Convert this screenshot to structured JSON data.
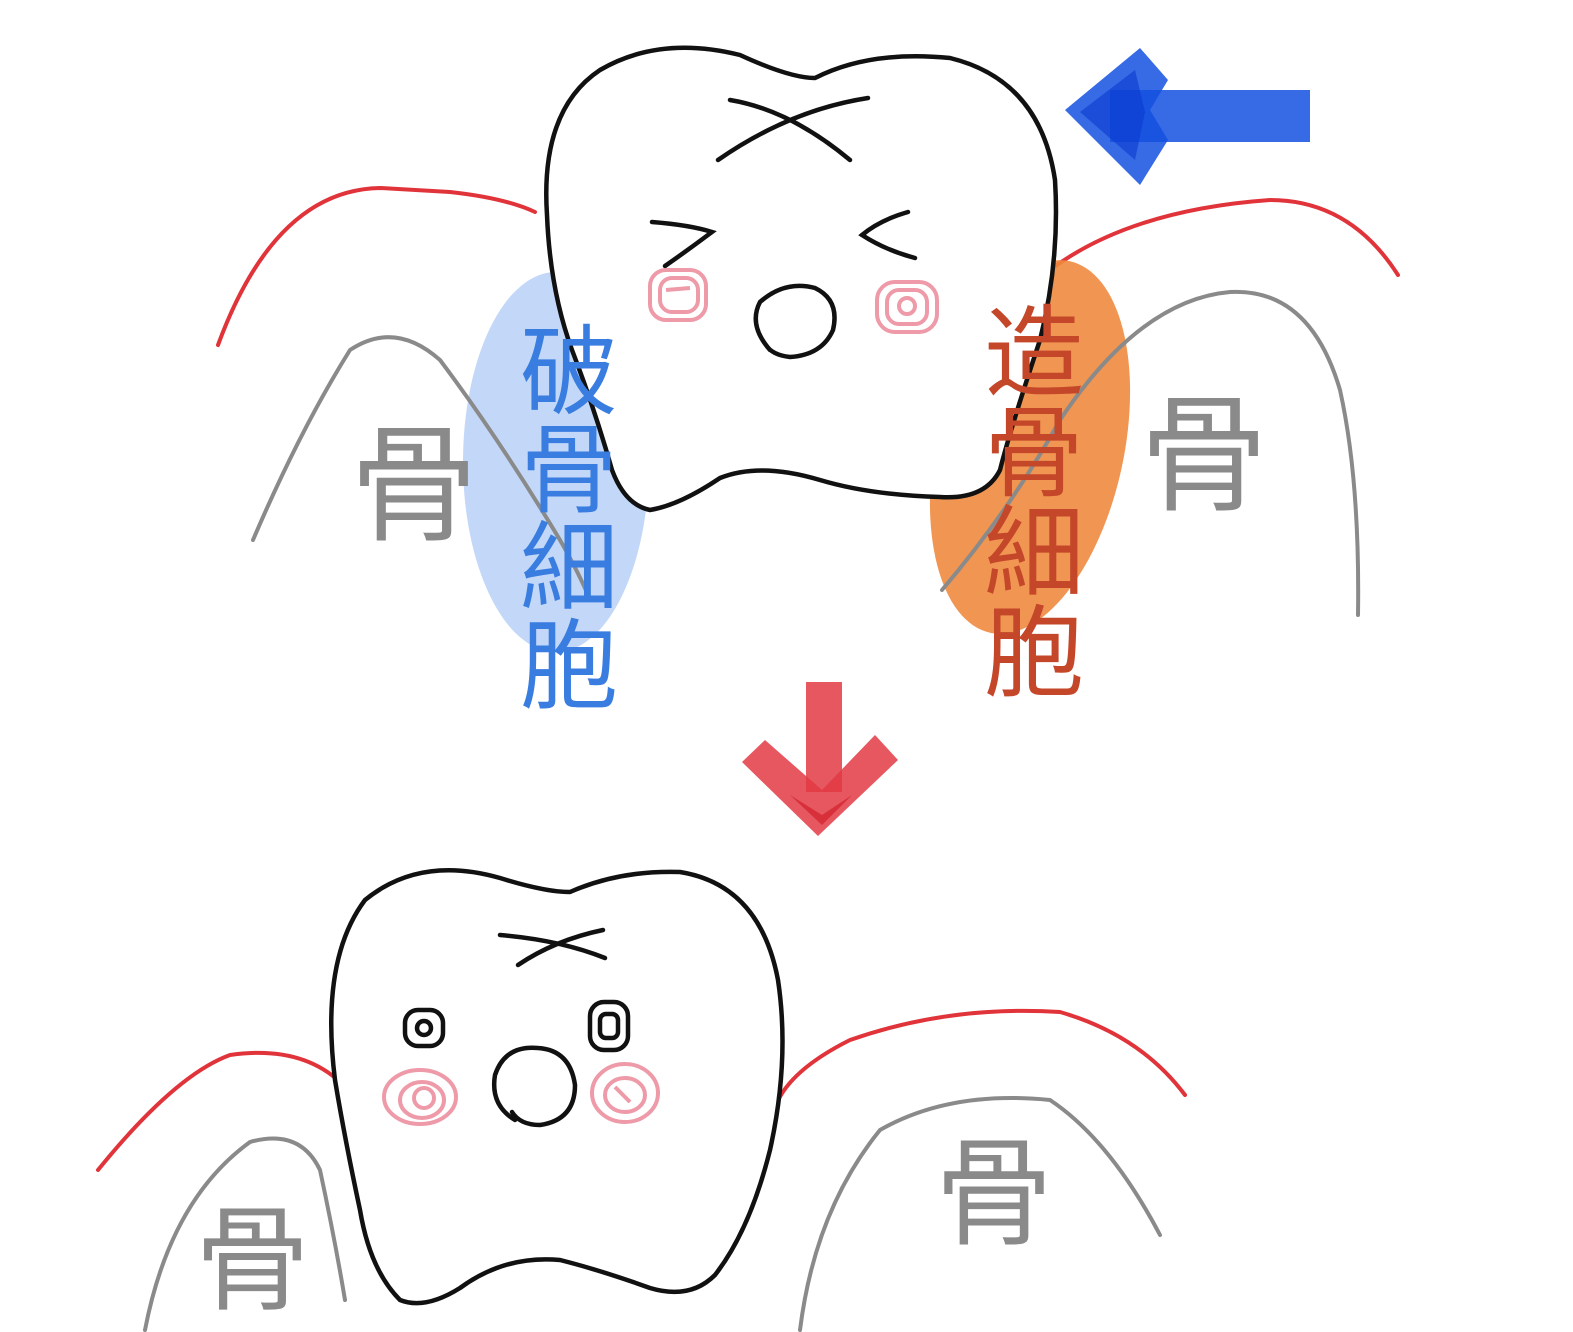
{
  "colors": {
    "outline": "#111111",
    "gum": "#e0343a",
    "bone": "#8a8a8a",
    "osteoclast_fill": "#b8d1f7",
    "osteoclast_text": "#3a7de0",
    "osteoblast_fill": "#ef8a3f",
    "osteoblast_text": "#c4472a",
    "blush": "#ee9aa8",
    "arrow_force": "#1450e0",
    "arrow_result": "#e23a44"
  },
  "labels": {
    "osteoclast": "破骨細胞",
    "osteoblast": "造骨細胞",
    "bone": "骨"
  },
  "icons": {
    "force_arrow": "arrow-left-icon",
    "result_arrow": "arrow-down-icon"
  }
}
